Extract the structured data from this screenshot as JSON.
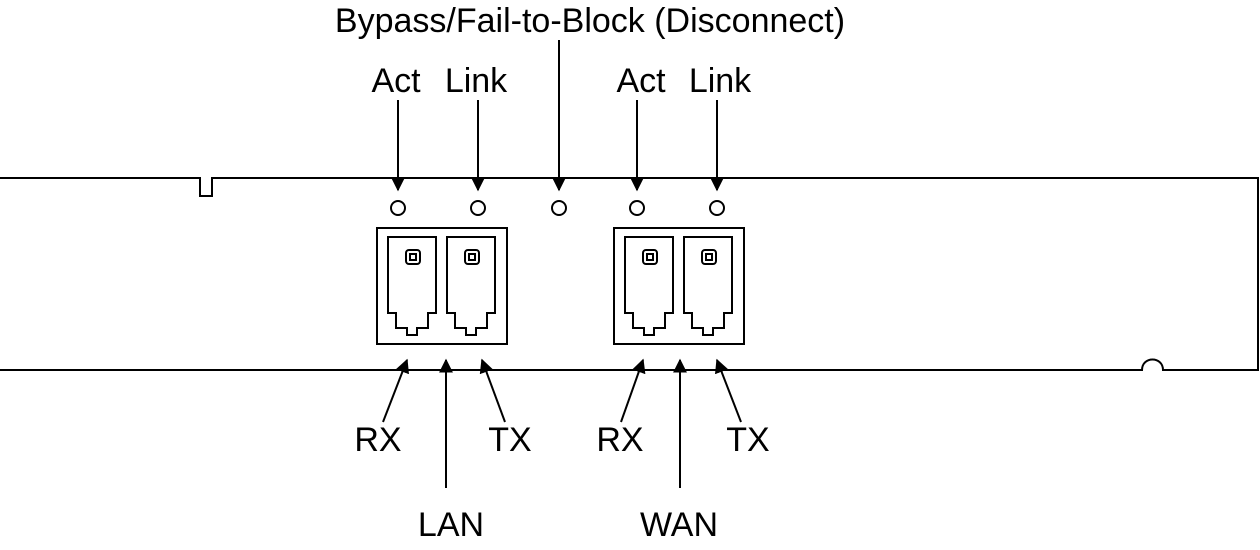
{
  "labels": {
    "bypass": "Bypass/Fail-to-Block (Disconnect)",
    "lan_act": "Act",
    "lan_link": "Link",
    "wan_act": "Act",
    "wan_link": "Link",
    "lan_rx": "RX",
    "lan_tx": "TX",
    "lan": "LAN",
    "wan_rx": "RX",
    "wan_tx": "TX",
    "wan": "WAN"
  },
  "colors": {
    "stroke": "#000000",
    "background": "#ffffff"
  }
}
